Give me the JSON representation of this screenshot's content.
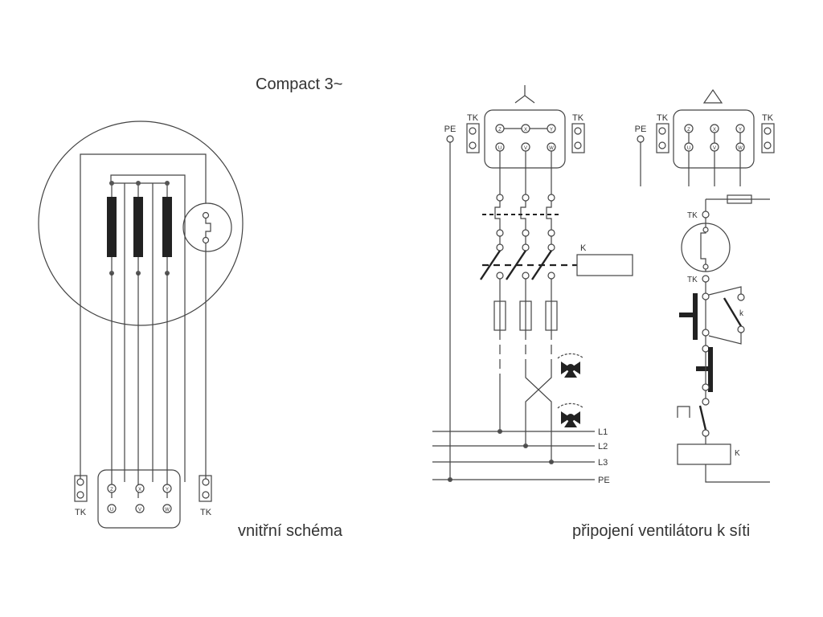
{
  "title": "Compact 3~",
  "captions": {
    "internal": "vnitřní schéma",
    "connection": "připojení ventilátoru k síti"
  },
  "labels": {
    "tk": "TK",
    "pe": "PE",
    "k": "K",
    "k_small": "k",
    "l1": "L1",
    "l2": "L2",
    "l3": "L3",
    "bus_pe": "PE"
  },
  "terminals": {
    "top": [
      "Z",
      "X",
      "Y"
    ],
    "bottom": [
      "U",
      "V",
      "W"
    ]
  },
  "symbols": {
    "star": "star-connection-symbol",
    "delta": "delta-connection-symbol",
    "fan": "fan-rotation-icon"
  }
}
